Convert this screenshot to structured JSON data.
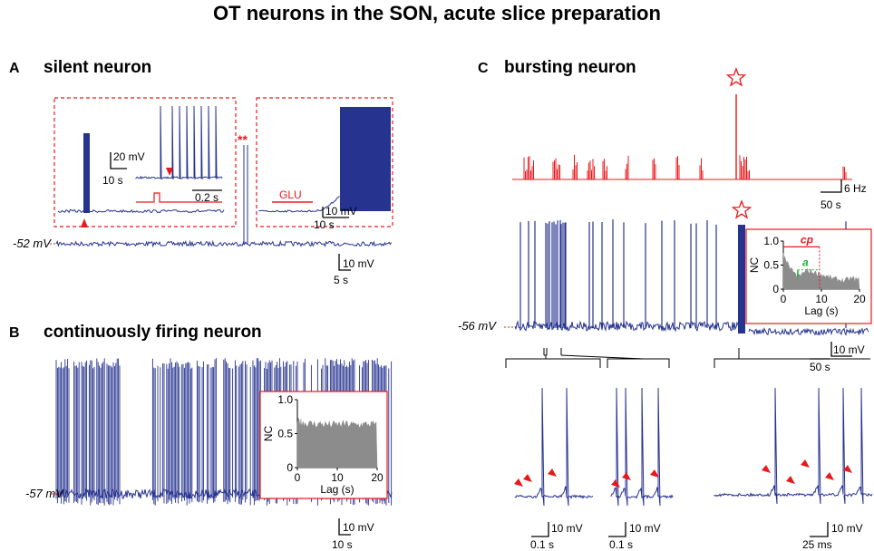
{
  "figure": {
    "title": "OT neurons in the SON, acute slice preparation",
    "colors": {
      "trace": "#26338f",
      "red": "#e8191b",
      "green": "#1db33a",
      "gray": "#8c8c8c"
    }
  },
  "panelA": {
    "letter": "A",
    "title": "silent neuron",
    "rmp": "-52 mV",
    "asterisks": "**",
    "inset1_scale_v": "20 mV",
    "inset1_scale_t": "10 s",
    "inset1_zoom_scale_t": "0.2 s",
    "inset2_label": "GLU",
    "inset2_scale_v": "10 mV",
    "inset2_scale_t": "10 s",
    "main_scale_v": "10 mV",
    "main_scale_t": "5 s"
  },
  "panelB": {
    "letter": "B",
    "title": "continuously firing neuron",
    "rmp": "-57 mV",
    "scale_v": "10 mV",
    "scale_t": "10 s"
  },
  "panelC": {
    "letter": "C",
    "title": "bursting neuron",
    "rate_scale_v": "6 Hz",
    "rate_scale_t": "50 s",
    "rmp": "-56 mV",
    "scale_v": "10 mV",
    "scale_t": "50 s",
    "zoom1_scale_v": "10 mV",
    "zoom1_scale_t": "0.1 s",
    "zoom2_scale_v": "10 mV",
    "zoom2_scale_t": "0.1 s",
    "zoom3_scale_v": "10 mV",
    "zoom3_scale_t": "25 ms",
    "inset_cp": "cp",
    "inset_a": "a"
  },
  "chart_data": [
    {
      "type": "line",
      "panel": "B inset",
      "xlabel": "Lag (s)",
      "ylabel": "NC",
      "xlim": [
        0,
        20
      ],
      "ylim": [
        0,
        1.0
      ],
      "xticks": [
        "0",
        "10",
        "20"
      ],
      "yticks": [
        "0",
        "0.5",
        "1.0"
      ],
      "series": [
        {
          "x": [
            0,
            1,
            2,
            4,
            6,
            8,
            10,
            12,
            14,
            16,
            18,
            20
          ],
          "values": [
            0.68,
            0.66,
            0.65,
            0.64,
            0.64,
            0.63,
            0.63,
            0.64,
            0.63,
            0.63,
            0.64,
            0.63
          ]
        }
      ]
    },
    {
      "type": "line",
      "panel": "C inset",
      "xlabel": "Lag (s)",
      "ylabel": "NC",
      "xlim": [
        0,
        20
      ],
      "ylim": [
        0,
        1.0
      ],
      "xticks": [
        "0",
        "10",
        "20"
      ],
      "yticks": [
        "0",
        "0.5",
        "1.0"
      ],
      "series": [
        {
          "x": [
            0,
            1,
            2,
            3,
            4,
            5,
            6,
            8,
            10,
            12,
            14,
            16,
            18,
            20
          ],
          "values": [
            0.7,
            0.55,
            0.42,
            0.3,
            0.25,
            0.3,
            0.38,
            0.35,
            0.3,
            0.24,
            0.2,
            0.17,
            0.22,
            0.18
          ]
        }
      ]
    }
  ]
}
